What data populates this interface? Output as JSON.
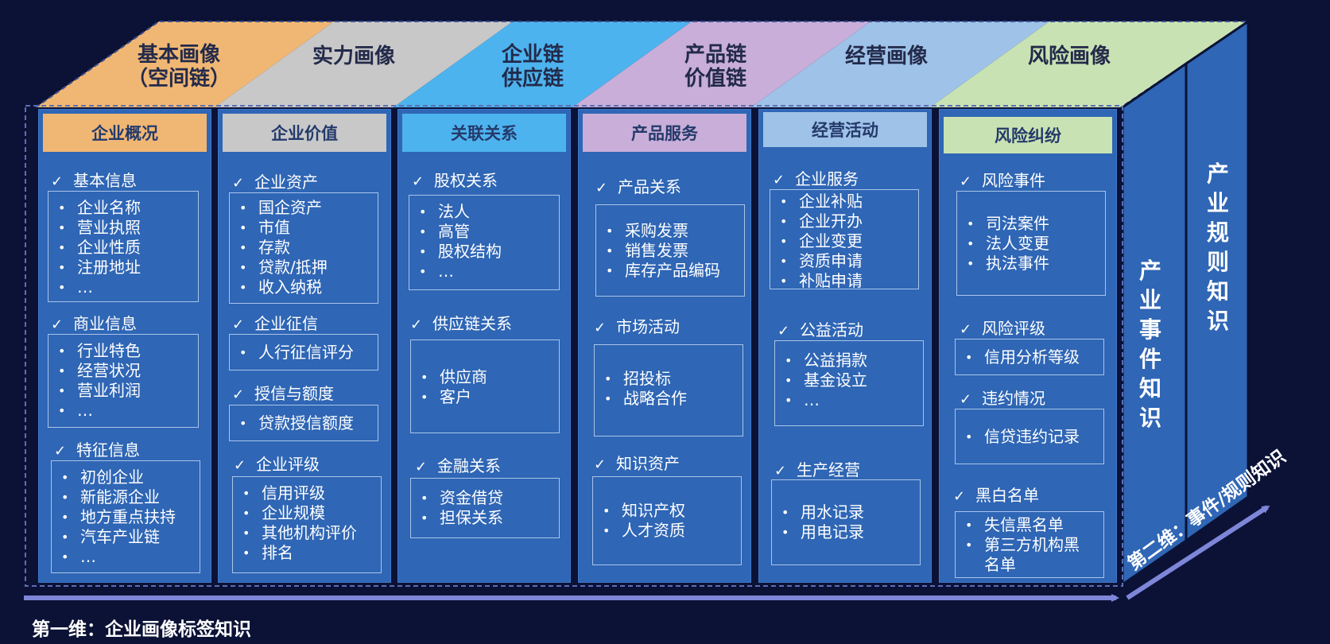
{
  "colors": {
    "background": "#0b1236",
    "panel": "#2f66b5",
    "headers": [
      "#f0b774",
      "#c8c8c8",
      "#4db3ee",
      "#c8aed8",
      "#9fc2e8",
      "#c9e2b3"
    ]
  },
  "top_headers": [
    {
      "line1": "基本画像",
      "line2": "（空间链）"
    },
    {
      "line1": "实力画像",
      "line2": ""
    },
    {
      "line1": "企业链",
      "line2": "供应链"
    },
    {
      "line1": "产品链",
      "line2": "价值链"
    },
    {
      "line1": "经营画像",
      "line2": ""
    },
    {
      "line1": "风险画像",
      "line2": ""
    }
  ],
  "columns": [
    {
      "title": "企业概况",
      "sections": [
        {
          "label": "基本信息",
          "items": [
            "企业名称",
            "营业执照",
            "企业性质",
            "注册地址",
            "…"
          ]
        },
        {
          "label": "商业信息",
          "items": [
            "行业特色",
            "经营状况",
            "营业利润",
            "…"
          ]
        },
        {
          "label": "特征信息",
          "items": [
            "初创企业",
            "新能源企业",
            "地方重点扶持",
            "汽车产业链",
            "…"
          ]
        }
      ]
    },
    {
      "title": "企业价值",
      "sections": [
        {
          "label": "企业资产",
          "items": [
            "国企资产",
            "市值",
            "存款",
            "贷款/抵押",
            "收入纳税"
          ]
        },
        {
          "label": "企业征信",
          "items": [
            "人行征信评分"
          ]
        },
        {
          "label": "授信与额度",
          "items": [
            "贷款授信额度"
          ]
        },
        {
          "label": "企业评级",
          "items": [
            "信用评级",
            "企业规模",
            "其他机构评价",
            "排名"
          ]
        }
      ]
    },
    {
      "title": "关联关系",
      "sections": [
        {
          "label": "股权关系",
          "items": [
            "法人",
            "高管",
            "股权结构",
            "…"
          ]
        },
        {
          "label": "供应链关系",
          "items": [
            "供应商",
            "客户"
          ]
        },
        {
          "label": "金融关系",
          "items": [
            "资金借贷",
            "担保关系"
          ]
        }
      ]
    },
    {
      "title": "产品服务",
      "sections": [
        {
          "label": "产品关系",
          "items": [
            "采购发票",
            "销售发票",
            "库存产品编码"
          ]
        },
        {
          "label": "市场活动",
          "items": [
            "招投标",
            "战略合作"
          ]
        },
        {
          "label": "知识资产",
          "items": [
            "知识产权",
            "人才资质"
          ]
        }
      ]
    },
    {
      "title": "经营活动",
      "sections": [
        {
          "label": "企业服务",
          "items": [
            "企业补贴",
            "企业开办",
            "企业变更",
            "资质申请",
            "补贴申请"
          ]
        },
        {
          "label": "公益活动",
          "items": [
            "公益捐款",
            "基金设立",
            "…"
          ]
        },
        {
          "label": "生产经营",
          "items": [
            "用水记录",
            "用电记录"
          ]
        }
      ]
    },
    {
      "title": "风险纠纷",
      "sections": [
        {
          "label": "风险事件",
          "items": [
            "司法案件",
            "法人变更",
            "执法事件"
          ]
        },
        {
          "label": "风险评级",
          "items": [
            "信用分析等级"
          ]
        },
        {
          "label": "违约情况",
          "items": [
            "信贷违约记录"
          ]
        },
        {
          "label": "黑白名单",
          "items": [
            "失信黑名单",
            "第三方机构黑",
            "名单"
          ]
        }
      ]
    }
  ],
  "side_panels": [
    {
      "label": "产业事件知识"
    },
    {
      "label": "产业规则知识"
    }
  ],
  "axis": {
    "first": "第一维：企业画像标签知识",
    "second": "第二维：事件/规则知识"
  }
}
